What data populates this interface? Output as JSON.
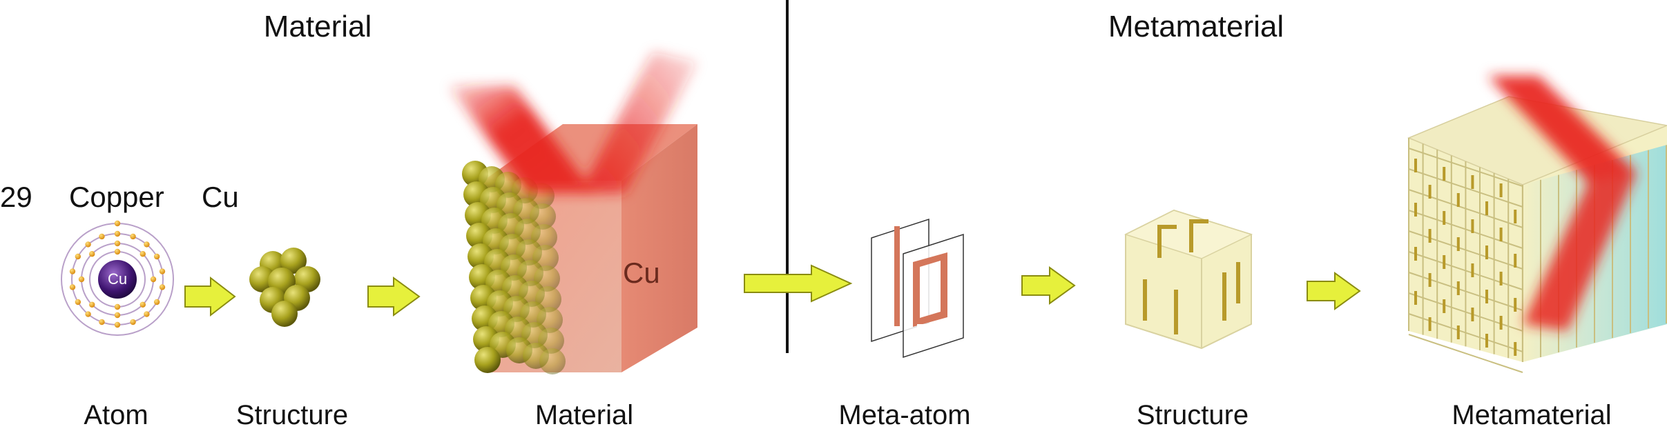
{
  "headers": {
    "material": "Material",
    "metamaterial": "Metamaterial"
  },
  "element": {
    "number": "29",
    "name": "Copper",
    "symbol": "Cu",
    "nucleus_label": "Cu"
  },
  "cube_label": "Cu",
  "bottom_labels": {
    "atom": "Atom",
    "structure": "Structure",
    "material": "Material",
    "meta_atom": "Meta-atom",
    "meta_structure": "Structure",
    "metamaterial": "Metamaterial"
  },
  "colors": {
    "arrow_fill": "#e6f03c",
    "copper_sphere": "#a8a21e",
    "beam": "#e8231e",
    "ring": "#c87050",
    "meta_frame": "#f4f0c4",
    "meta_bar": "#b89a2a",
    "teal_face": "#9fdedc"
  }
}
